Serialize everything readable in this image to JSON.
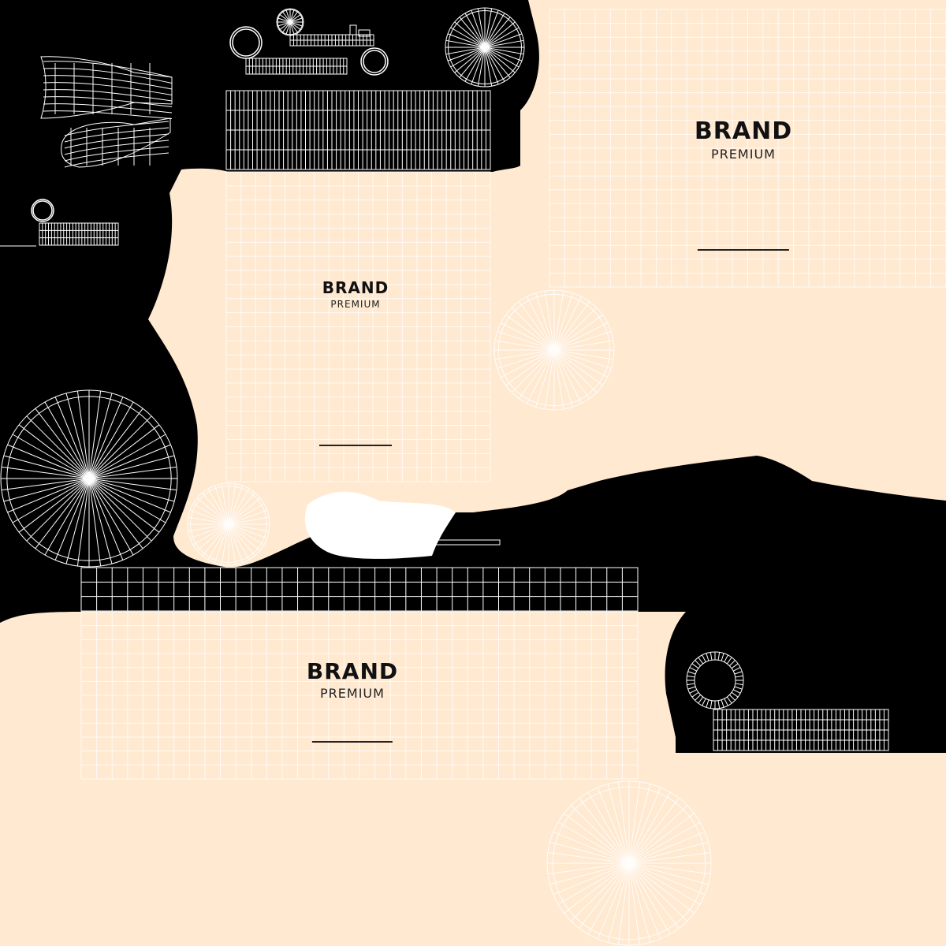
{
  "canvas": {
    "background": "#000000",
    "cream": "#ffe9d1",
    "wire": "#ffffff"
  },
  "labels": [
    {
      "id": "top-right",
      "title": "BRAND",
      "subtitle": "PREMIUM"
    },
    {
      "id": "middle",
      "title": "BRAND",
      "subtitle": "PREMIUM"
    },
    {
      "id": "bottom",
      "title": "BRAND",
      "subtitle": "PREMIUM"
    }
  ]
}
